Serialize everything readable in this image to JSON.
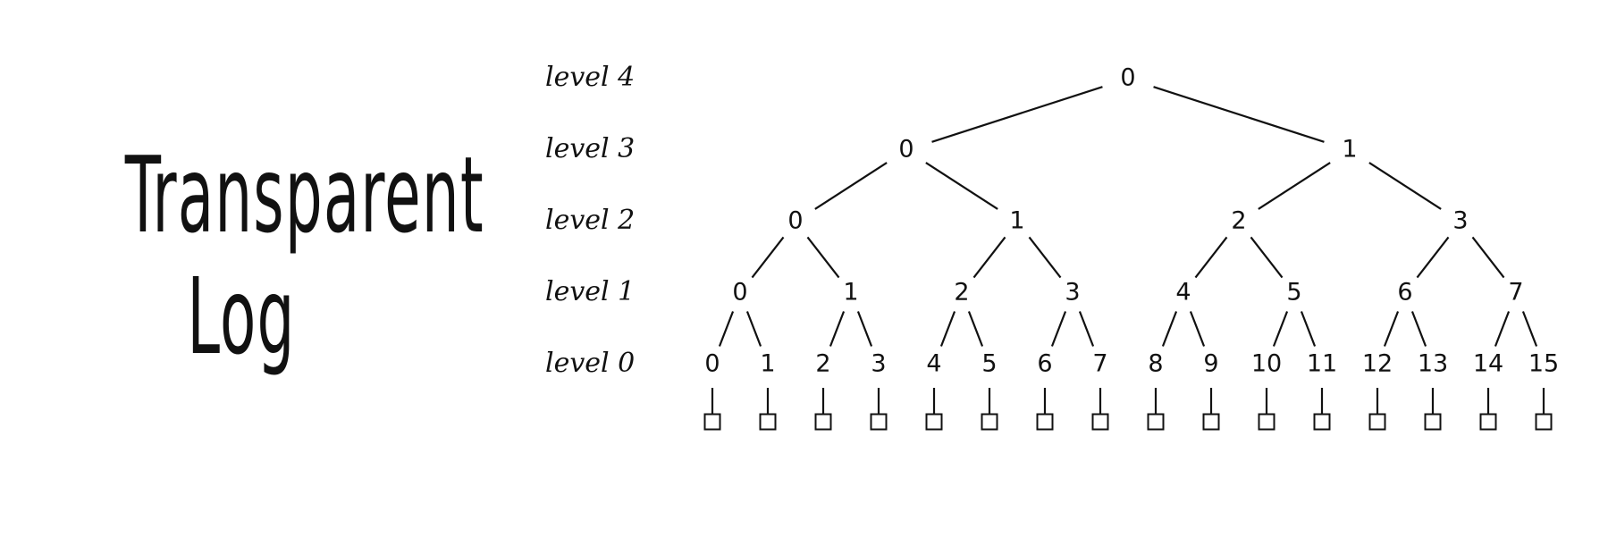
{
  "title": {
    "line1": "Transparent",
    "line2": "Log"
  },
  "tree": {
    "levels": [
      {
        "label": "level 4",
        "nodes": [
          "0"
        ]
      },
      {
        "label": "level 3",
        "nodes": [
          "0",
          "1"
        ]
      },
      {
        "label": "level 2",
        "nodes": [
          "0",
          "1",
          "2",
          "3"
        ]
      },
      {
        "label": "level 1",
        "nodes": [
          "0",
          "1",
          "2",
          "3",
          "4",
          "5",
          "6",
          "7"
        ]
      },
      {
        "label": "level 0",
        "nodes": [
          "0",
          "1",
          "2",
          "3",
          "4",
          "5",
          "6",
          "7",
          "8",
          "9",
          "10",
          "11",
          "12",
          "13",
          "14",
          "15"
        ]
      }
    ],
    "leaf_count": 16
  }
}
